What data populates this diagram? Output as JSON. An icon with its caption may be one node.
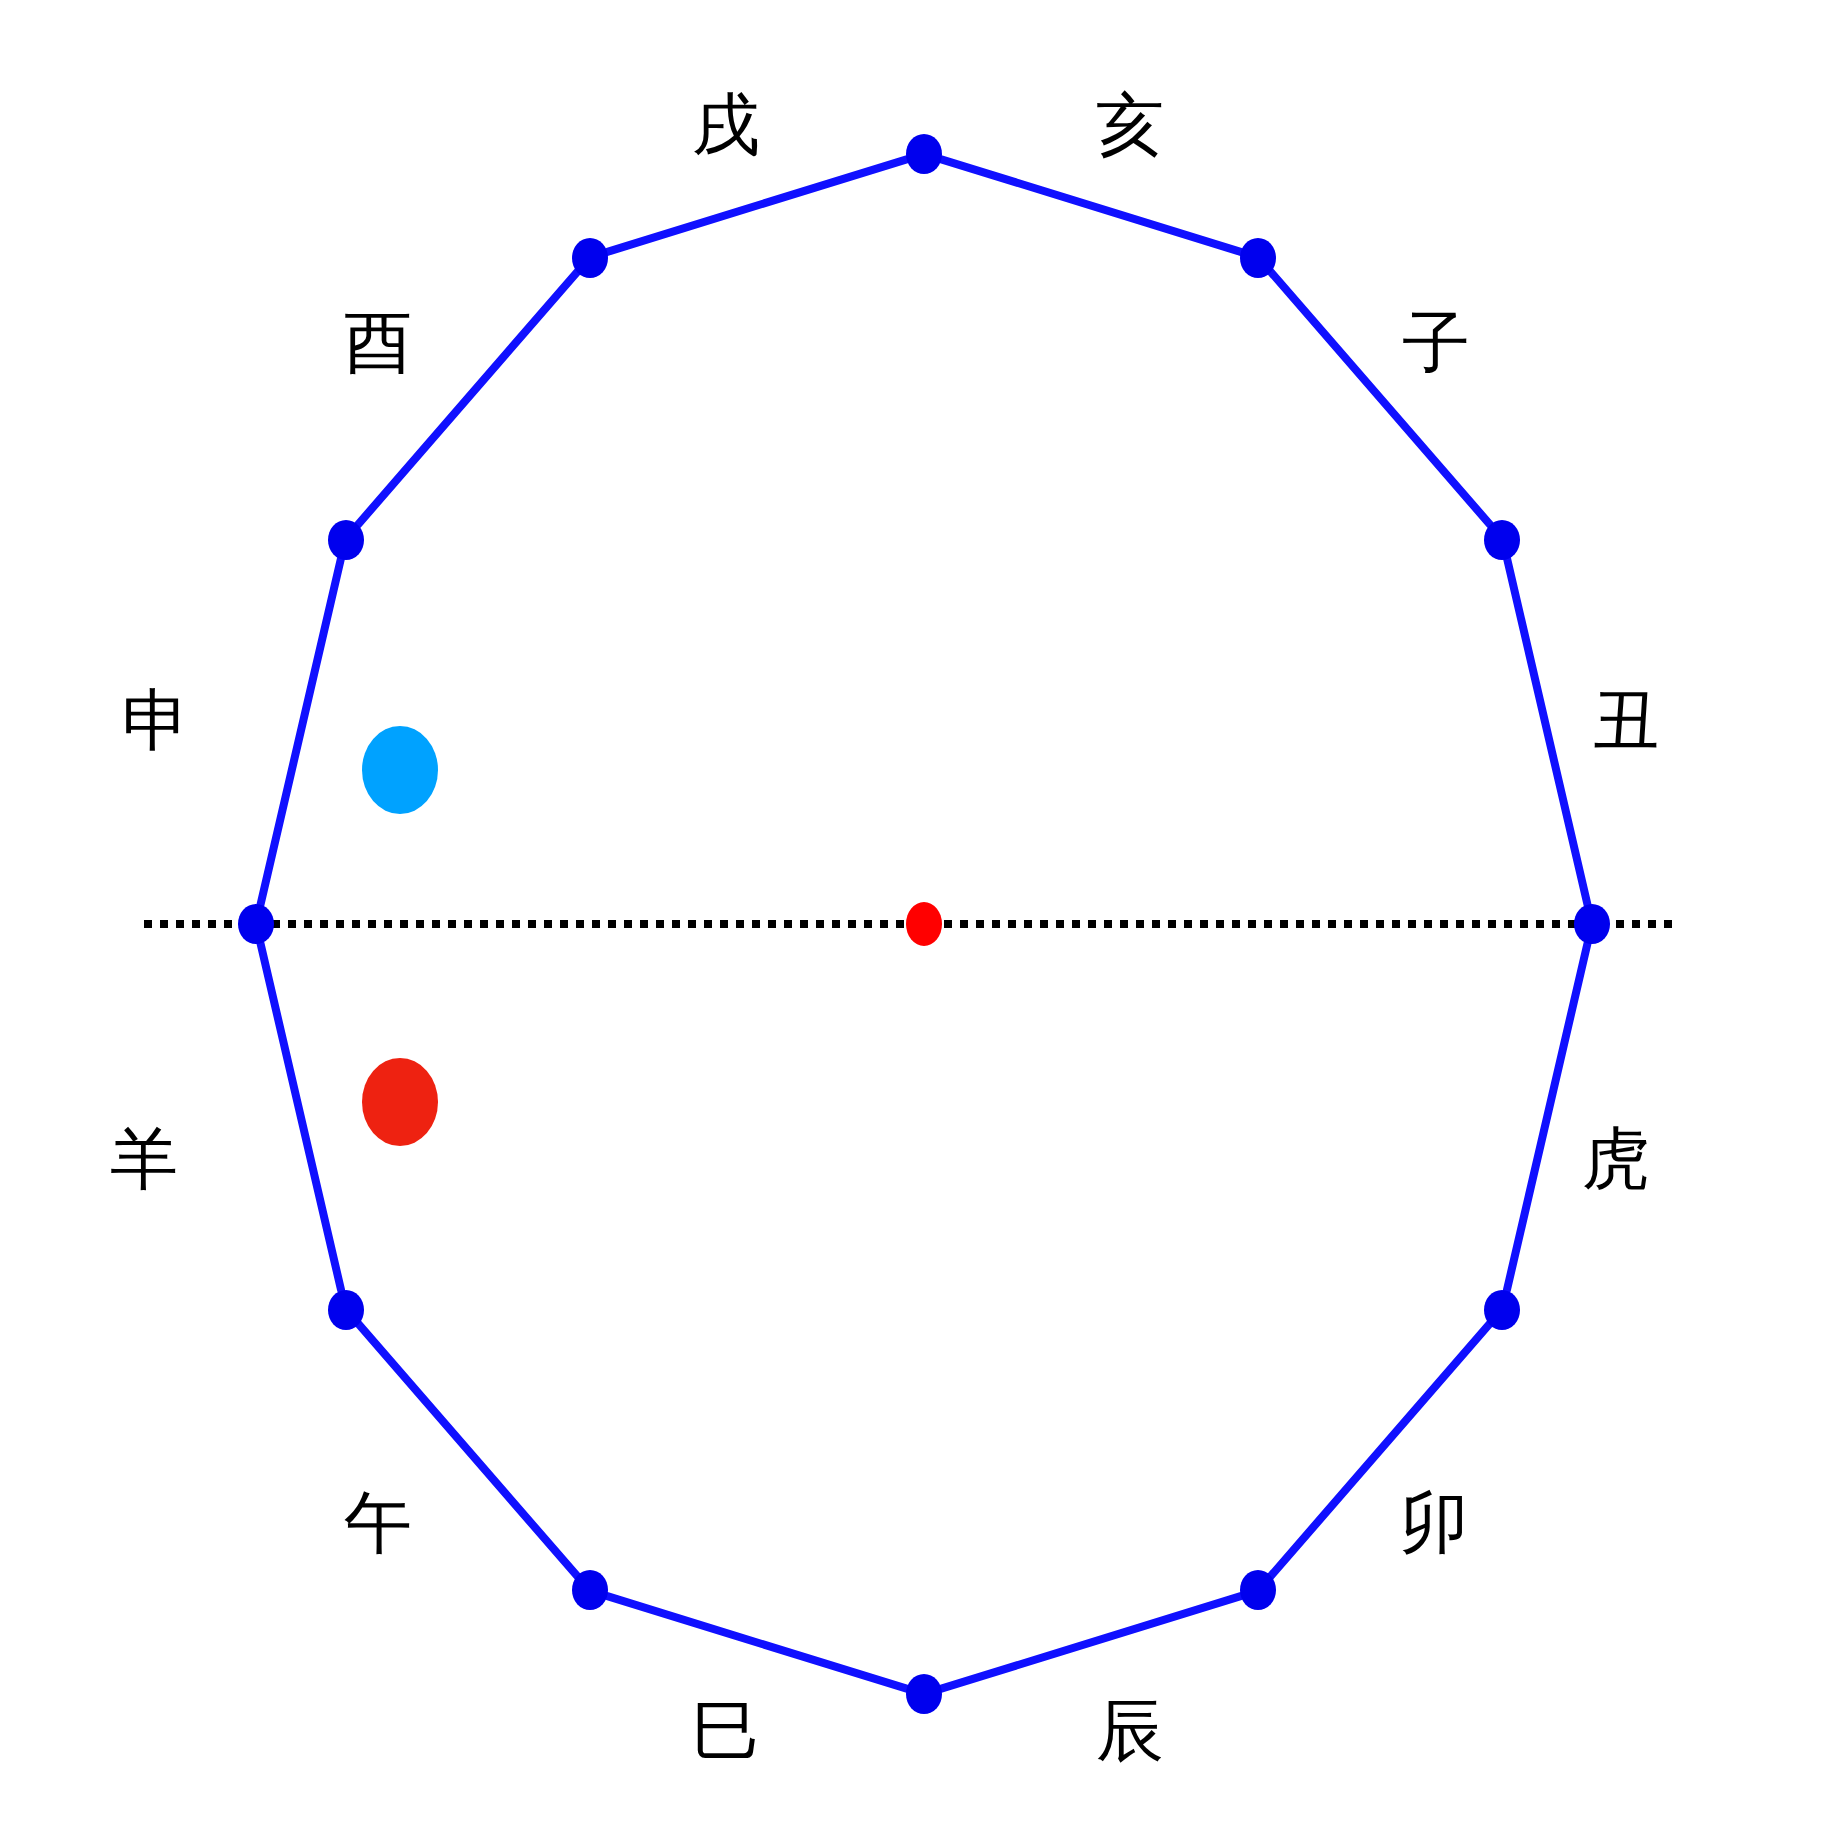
{
  "diagram": {
    "nodes": [
      {
        "text": [],
        "shape": "circle"
      },
      {
        "text": [],
        "shape": "circle"
      },
      {
        "text": [],
        "shape": "circle"
      },
      {
        "text": [],
        "shape": "circle"
      },
      {
        "text": [],
        "shape": "circle"
      },
      {
        "text": [],
        "shape": "circle"
      },
      {
        "text": [],
        "shape": "circle"
      },
      {
        "text": [],
        "shape": "circle"
      },
      {
        "text": [],
        "shape": "circle"
      },
      {
        "text": [],
        "shape": "circle"
      },
      {
        "text": [],
        "shape": "circle"
      },
      {
        "text": [],
        "shape": "circle"
      },
      {
        "text": [],
        "shape": "circle"
      },
      {
        "text": [],
        "shape": "circle"
      },
      {
        "text": [],
        "shape": "circle"
      }
    ],
    "edges": [
      {
        "from": 0,
        "to": 1,
        "arrow": "none",
        "label": "亥"
      },
      {
        "from": 1,
        "to": 2,
        "arrow": "none",
        "label": "子"
      },
      {
        "from": 2,
        "to": 3,
        "arrow": "none",
        "label": "丑"
      },
      {
        "from": 3,
        "to": 4,
        "arrow": "none",
        "label": "虎"
      },
      {
        "from": 4,
        "to": 5,
        "arrow": "none",
        "label": "卯"
      },
      {
        "from": 5,
        "to": 6,
        "arrow": "none",
        "label": "辰"
      },
      {
        "from": 6,
        "to": 7,
        "arrow": "none",
        "label": "巳"
      },
      {
        "from": 7,
        "to": 8,
        "arrow": "none",
        "label": "午"
      },
      {
        "from": 8,
        "to": 9,
        "arrow": "none",
        "label": "羊"
      },
      {
        "from": 9,
        "to": 10,
        "arrow": "none",
        "label": "申"
      },
      {
        "from": 10,
        "to": 11,
        "arrow": "none",
        "label": "酉"
      },
      {
        "from": 11,
        "to": 0,
        "arrow": "none",
        "label": "戌"
      }
    ]
  }
}
